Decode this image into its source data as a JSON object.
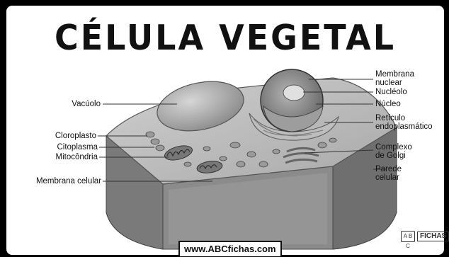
{
  "title": "CÉLULA VEGETAL",
  "labels": {
    "vacuolo": "Vacúolo",
    "cloroplasto": "Cloroplasto",
    "citoplasma": "Citoplasma",
    "mitocondria": "Mitocôndria",
    "membrana_celular": "Membrana celular",
    "membrana_nuclear_1": "Membrana",
    "membrana_nuclear_2": "nuclear",
    "nucleolo": "Nucléolo",
    "nucleo": "Núcleo",
    "reticulo_1": "Retículo",
    "reticulo_2": "endoplasmático",
    "golgi_1": "Complexo",
    "golgi_2": "de Golgi",
    "parede_1": "Parede",
    "parede_2": "celular"
  },
  "watermark": "www.ABCfichas.com",
  "logo": {
    "box_text": "A B C",
    "text": "FICHAS"
  }
}
